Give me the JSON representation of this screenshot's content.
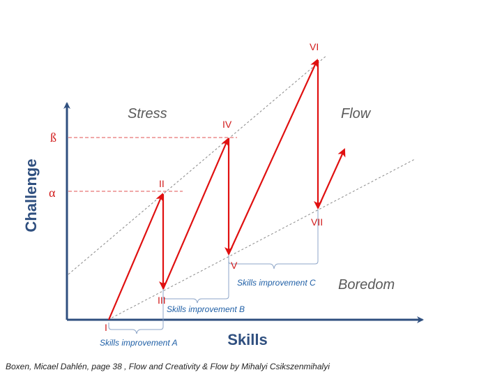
{
  "labels": {
    "y_axis": "Challenge",
    "x_axis": "Skills",
    "beta": "ß",
    "alpha": "α"
  },
  "zones": {
    "stress": "Stress",
    "flow": "Flow",
    "boredom": "Boredom"
  },
  "points": {
    "p1": "I",
    "p2": "II",
    "p3": "III",
    "p4": "IV",
    "p5": "V",
    "p6": "VI",
    "p7": "VII"
  },
  "improvements": {
    "a": "Skills improvement A",
    "b": "Skills improvement B",
    "c": "Skills improvement C"
  },
  "caption": "Boxen, Micael Dahlén, page 38 , Flow and Creativity & Flow by Mihalyi Csikszenmihalyi",
  "colors": {
    "axis": "#2f4f7f",
    "arrow": "#e01010",
    "guide_dashed": "#8a8a8a",
    "level_dashed": "#e05050",
    "brace": "#8da5c8"
  }
}
